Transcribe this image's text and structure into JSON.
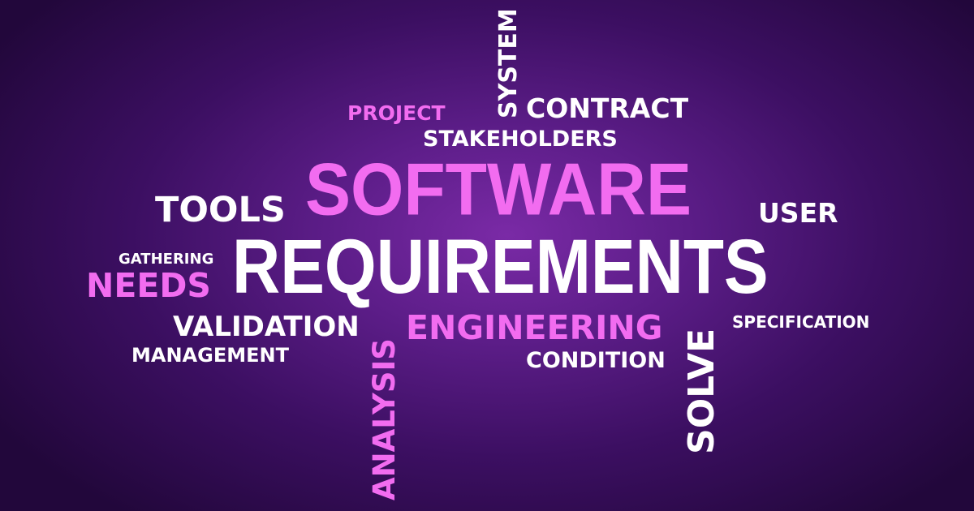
{
  "words": {
    "project": "PROJECT",
    "contract": "CONTRACT",
    "system": "SYSTEM",
    "stakeholders": "STAKEHOLDERS",
    "software": "SOFTWARE",
    "tools": "TOOLS",
    "user": "USER",
    "gathering": "GATHERING",
    "requirements": "REQUIREMENTS",
    "needs": "NEEDS",
    "specification": "SPECIFICATION",
    "validation": "VALIDATION",
    "engineering": "ENGINEERING",
    "management": "MANAGEMENT",
    "condition": "CONDITION",
    "analysis": "ANALYSIS",
    "solve": "SOLVE"
  },
  "colors": {
    "background_center": "#7a2aa6",
    "background_edge": "#22073b",
    "white_text": "#ffffff",
    "pink_text": "#f26cf0"
  }
}
